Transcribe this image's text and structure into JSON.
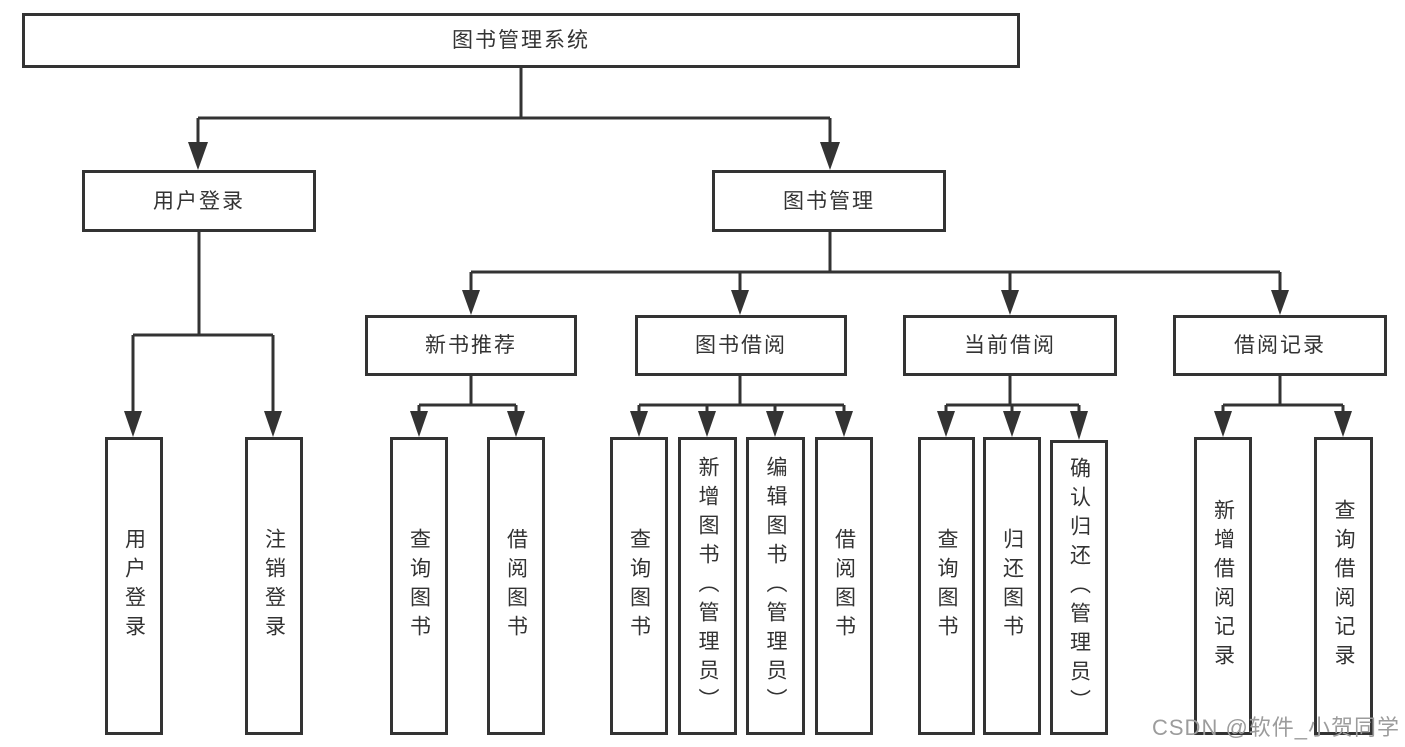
{
  "page": {
    "background_color": "#ffffff",
    "line_color": "#333333",
    "box_border_color": "#333333",
    "text_color": "#333333"
  },
  "watermark": {
    "text": "CSDN @软件_小贺同学",
    "color": "#9c9c9c"
  },
  "hierarchy": {
    "label": "图书管理系统",
    "children": [
      {
        "label": "用户登录",
        "children": [
          {
            "label": "用户登录"
          },
          {
            "label": "注销登录"
          }
        ]
      },
      {
        "label": "图书管理",
        "children": [
          {
            "label": "新书推荐",
            "children": [
              {
                "label": "查询图书"
              },
              {
                "label": "借阅图书"
              }
            ]
          },
          {
            "label": "图书借阅",
            "children": [
              {
                "label": "查询图书"
              },
              {
                "label": "新增图书（管理员）"
              },
              {
                "label": "编辑图书（管理员）"
              },
              {
                "label": "借阅图书"
              }
            ]
          },
          {
            "label": "当前借阅",
            "children": [
              {
                "label": "查询图书"
              },
              {
                "label": "归还图书"
              },
              {
                "label": "确认归还（管理员）"
              }
            ]
          },
          {
            "label": "借阅记录",
            "children": [
              {
                "label": "新增借阅记录"
              },
              {
                "label": "查询借阅记录"
              }
            ]
          }
        ]
      }
    ]
  }
}
